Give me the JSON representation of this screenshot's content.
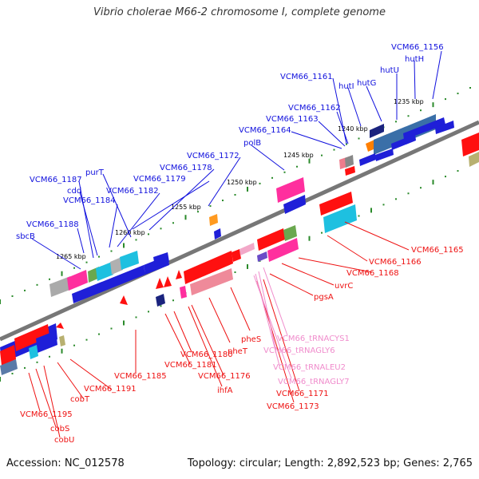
{
  "title": "Vibrio cholerae M66-2 chromosome I, complete genome",
  "footer": {
    "accession": "Accession: NC_012578",
    "summary": "Topology: circular; Length: 2,892,523 bp; Genes: 2,765"
  },
  "colors": {
    "forward_label": "#1010dd",
    "reverse_label": "#ee1111",
    "rna_label": "#f08ccc",
    "backbone": "#777777",
    "tick": "#2a8a2a"
  },
  "kbp_ticks": [
    "1235 kbp",
    "1240 kbp",
    "1245 kbp",
    "1250 kbp",
    "1255 kbp",
    "1260 kbp",
    "1265 kbp"
  ],
  "forward_labels": [
    "VCM66_1156",
    "hutH",
    "hutU",
    "hutG",
    "hutI",
    "VCM66_1161",
    "VCM66_1162",
    "VCM66_1163",
    "VCM66_1164",
    "polB",
    "VCM66_1172",
    "VCM66_1178",
    "VCM66_1179",
    "VCM66_1182",
    "purT",
    "VCM66_1184",
    "cdd",
    "VCM66_1187",
    "VCM66_1188",
    "sbcB"
  ],
  "reverse_labels": [
    "VCM66_1165",
    "VCM66_1166",
    "VCM66_1168",
    "uvrC",
    "pgsA",
    "pheS",
    "pheT",
    "VCM66_1180",
    "VCM66_1181",
    "VCM66_1176",
    "ihfA",
    "VCM66_1185",
    "VCM66_1191",
    "cobT",
    "VCM66_1195",
    "cobS",
    "cobU",
    "VCM66_1171",
    "VCM66_1173"
  ],
  "rna_labels": [
    "VCM66_tRNACYS1",
    "VCM66_tRNAGLY6",
    "VCM66_tRNALEU2",
    "VCM66_tRNAGLY7"
  ]
}
